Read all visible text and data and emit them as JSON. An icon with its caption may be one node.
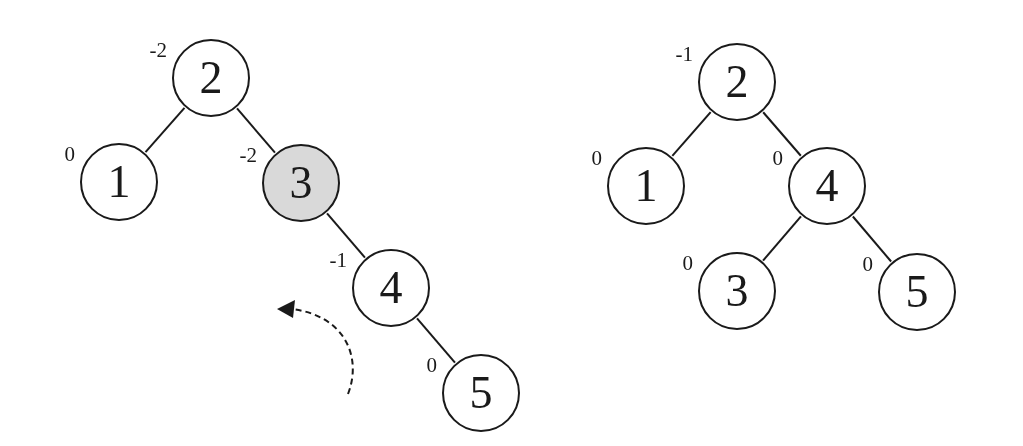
{
  "diagram": {
    "nodes": [
      {
        "text": [
          "2"
        ],
        "beside": [
          "-2"
        ]
      },
      {
        "text": [
          "1"
        ],
        "beside": [
          "0"
        ]
      },
      {
        "text": [
          "3"
        ],
        "beside": [
          "-2"
        ]
      },
      {
        "text": [
          "4"
        ],
        "beside": [
          "-1"
        ]
      },
      {
        "text": [
          "5"
        ],
        "beside": [
          "0"
        ]
      },
      {
        "text": [
          "2"
        ],
        "beside": [
          "-1"
        ]
      },
      {
        "text": [
          "1"
        ],
        "beside": [
          "0"
        ]
      },
      {
        "text": [
          "4"
        ],
        "beside": [
          "0"
        ]
      },
      {
        "text": [
          "3"
        ],
        "beside": [
          "0"
        ]
      },
      {
        "text": [
          "5"
        ],
        "beside": [
          "0"
        ]
      }
    ],
    "edges": [
      {
        "from": 0,
        "to": 1,
        "arrow": "none"
      },
      {
        "from": 0,
        "to": 2,
        "arrow": "none"
      },
      {
        "from": 2,
        "to": 3,
        "arrow": "none"
      },
      {
        "from": 3,
        "to": 4,
        "arrow": "none"
      },
      {
        "from": 5,
        "to": 6,
        "arrow": "none"
      },
      {
        "from": 5,
        "to": 7,
        "arrow": "none"
      },
      {
        "from": 7,
        "to": 8,
        "arrow": "none"
      },
      {
        "from": 7,
        "to": 9,
        "arrow": "none"
      }
    ]
  }
}
